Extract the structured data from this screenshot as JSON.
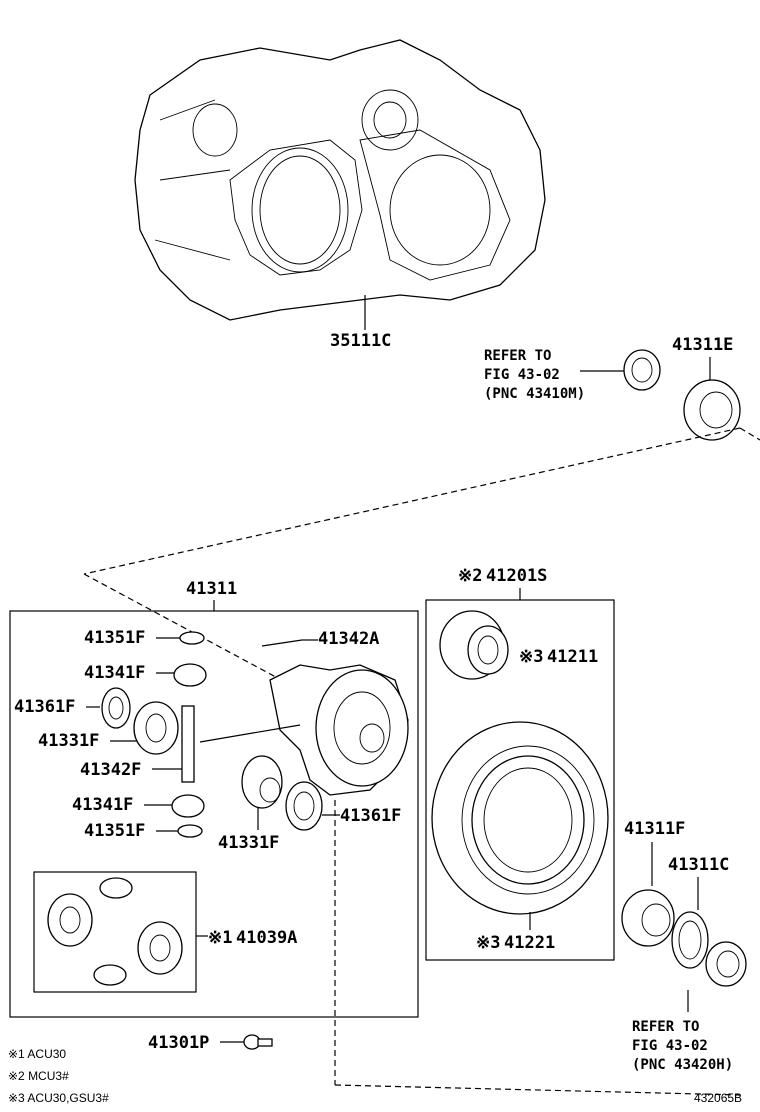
{
  "labels": {
    "p35111C": "35111C",
    "p41311E": "41311E",
    "p41311": "41311",
    "p41201S": "41201S",
    "p41351F_top": "41351F",
    "p41342A": "41342A",
    "p41341F_top": "41341F",
    "p41361F_left": "41361F",
    "p41331F_left": "41331F",
    "p41342F": "41342F",
    "p41341F_bot": "41341F",
    "p41351F_bot": "41351F",
    "p41331F_right": "41331F",
    "p41361F_right": "41361F",
    "p41211": "41211",
    "p41221": "41221",
    "p41039A": "41039A",
    "p41311F": "41311F",
    "p41311C": "41311C",
    "p41301P": "41301P"
  },
  "markers": {
    "m1": "※1",
    "m2": "※2",
    "m3": "※3"
  },
  "refer_top": [
    "REFER TO",
    "FIG 43-02",
    "(PNC 43410M)"
  ],
  "refer_bottom": [
    "REFER TO",
    "FIG 43-02",
    "(PNC 43420H)"
  ],
  "notes": [
    "※1 ACU30",
    "※2 MCU3#",
    "※3 ACU30,GSU3#"
  ],
  "figure_id": "432065B"
}
